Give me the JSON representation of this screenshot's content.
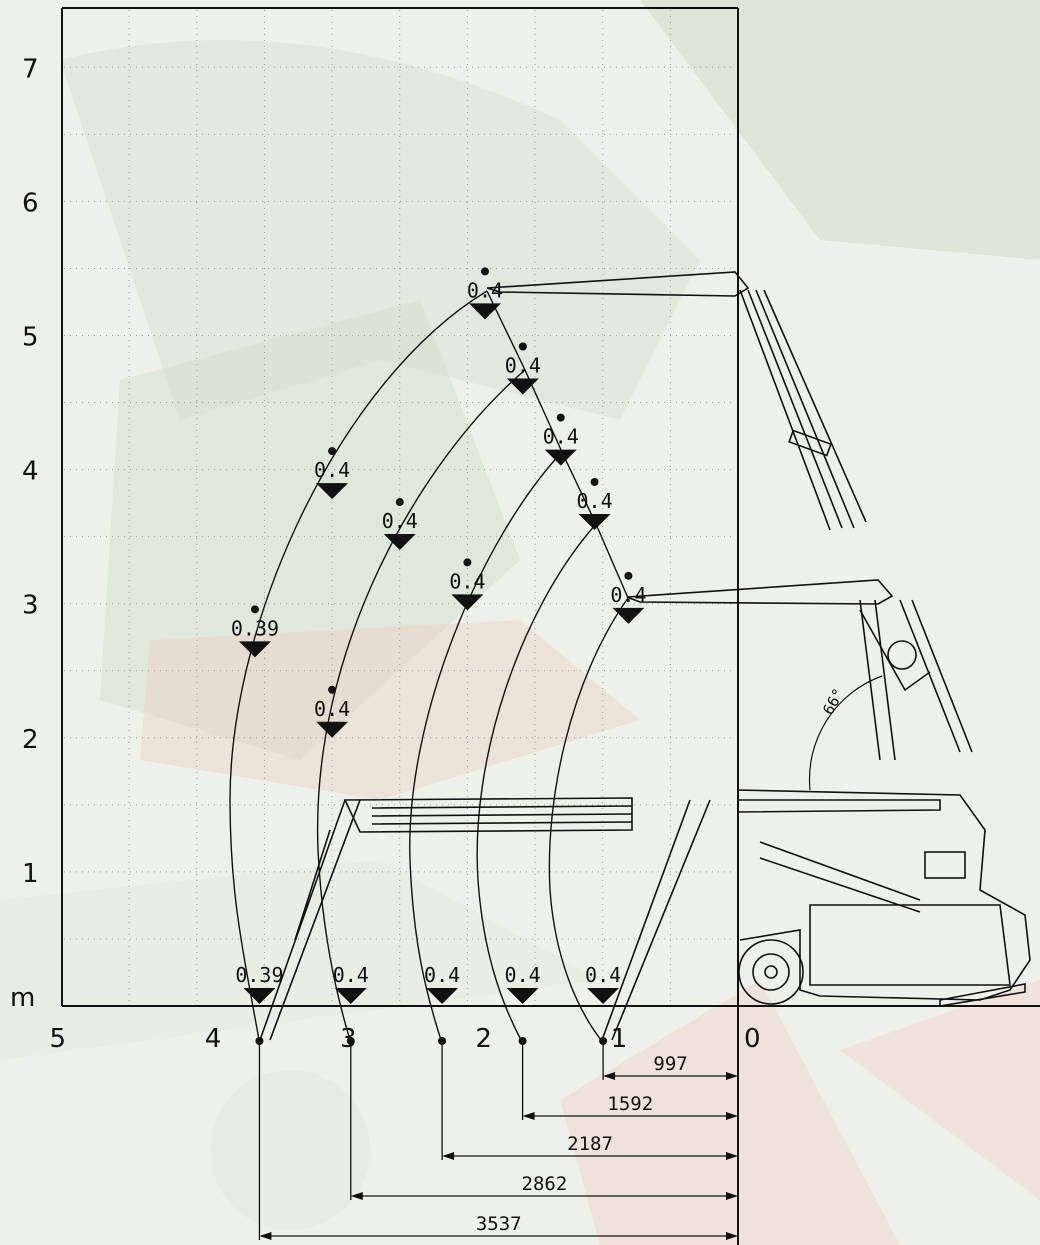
{
  "chart_data": {
    "type": "load-chart",
    "y_unit_label": "m",
    "y_ticks": [
      "1",
      "2",
      "3",
      "4",
      "5",
      "6",
      "7"
    ],
    "x_ticks": [
      "5",
      "4",
      "3",
      "2",
      "1",
      "0"
    ],
    "ground_points": [
      {
        "load": "0.39",
        "x": 3.537
      },
      {
        "load": "0.4",
        "x": 2.862
      },
      {
        "load": "0.4",
        "x": 2.187
      },
      {
        "load": "0.4",
        "x": 1.592
      },
      {
        "load": "0.4",
        "x": 0.997
      }
    ],
    "elevated_points": [
      {
        "load": "0.4",
        "x": 1.87,
        "y": 5.12
      },
      {
        "load": "0.4",
        "x": 1.59,
        "y": 4.56
      },
      {
        "load": "0.4",
        "x": 1.31,
        "y": 4.03
      },
      {
        "load": "0.4",
        "x": 1.06,
        "y": 3.55
      },
      {
        "load": "0.4",
        "x": 0.81,
        "y": 2.85
      },
      {
        "load": "0.4",
        "x": 3.0,
        "y": 3.78
      },
      {
        "load": "0.4",
        "x": 2.5,
        "y": 3.4
      },
      {
        "load": "0.4",
        "x": 2.0,
        "y": 2.95
      },
      {
        "load": "0.39",
        "x": 3.57,
        "y": 2.6
      },
      {
        "load": "0.4",
        "x": 3.0,
        "y": 2.0
      }
    ],
    "dimensions": [
      {
        "label": "997",
        "from_x": 0.997
      },
      {
        "label": "1592",
        "from_x": 1.592
      },
      {
        "label": "2187",
        "from_x": 2.187
      },
      {
        "label": "2862",
        "from_x": 2.862
      },
      {
        "label": "3537",
        "from_x": 3.537
      }
    ],
    "angle_label": "66°",
    "x_range": [
      5,
      0
    ],
    "y_range": [
      0,
      7.5
    ],
    "grid": true
  },
  "colors": {
    "line": "#111111",
    "grid": "#9a9a9a",
    "bg_green": "#c9d6bf",
    "bg_red": "#e2b8a6"
  }
}
